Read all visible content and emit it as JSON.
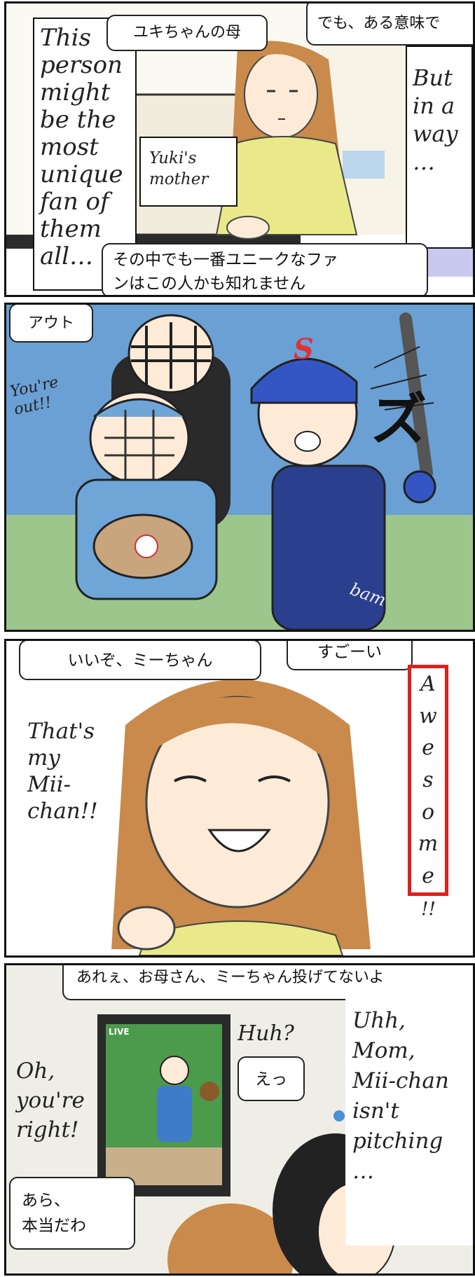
{
  "panel1": {
    "caption_en": "This\nperson\nmight\nbe the\nmost\nunique\nfan of\nthem\nall…",
    "bubble_mother_jp": "ユキちゃんの母",
    "bubble_top_jp": "でも、ある意味で",
    "label_en": "Yuki's\nmother",
    "caption_right_en": "But\nin a\nway\n…",
    "bubble_bottom_jp": "その中でも一番ユニークなファ\nンはこの人かも知れません"
  },
  "panel2": {
    "bubble_out_jp": "アウト",
    "sfx_out_en": "You're\nout!!",
    "helmet_letter": "S",
    "sfx_zu": "ズ",
    "sfx_bam": "bam"
  },
  "panel3": {
    "bubble_left_jp": "いいぞ、ミーちゃん",
    "bubble_right_jp": "すごーい",
    "text_en": "That's\nmy\nMii-\nchan!!",
    "awesome_letters": [
      "A",
      "w",
      "e",
      "s",
      "o",
      "m",
      "e"
    ],
    "awesome_tail": "!!"
  },
  "panel4": {
    "bubble_top_jp": "あれぇ、お母さん、ミーちゃん投げてないよ",
    "tv_label": "LIVE",
    "huh_en": "Huh?",
    "bubble_e_jp": "えっ",
    "left_en": "Oh,\nyou're\nright!",
    "right_en": "Uhh,\nMom,\nMii-chan\nisn't\npitching\n…",
    "bubble_bottom_jp": "あら、\n本当だわ"
  },
  "colors": {
    "hair": "#c98a4b",
    "shirt": "#e9e98a",
    "sky": "#6aa0d4",
    "uniform": "#2b3f8f",
    "awesome_frame": "#e0201b"
  }
}
